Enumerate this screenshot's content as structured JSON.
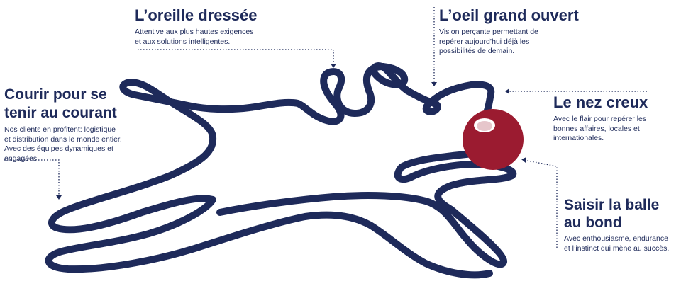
{
  "colors": {
    "line": "#1e2a5a",
    "ball": "#9b1b30",
    "ball_highlight": "#ffffff",
    "background": "#ffffff"
  },
  "oreille": {
    "title": "L’oreille dressée",
    "desc": [
      "Attentive aux plus hautes exigences",
      "et aux solutions intelligentes."
    ]
  },
  "oeil": {
    "title": "L’oeil grand ouvert",
    "desc": [
      "Vision perçante permettant de",
      "repérer aujourd’hui déjà les",
      "possibilités de demain."
    ]
  },
  "courir": {
    "title": [
      "Courir pour se",
      "tenir au courant"
    ],
    "desc": [
      "Nos clients en profitent: logistique",
      "et distribution dans le monde entier.",
      "Avec des équipes dynamiques et",
      "engagées."
    ]
  },
  "nez": {
    "title": "Le nez creux",
    "desc": [
      "Avec le flair pour repérer les",
      "bonnes affaires, locales et",
      "internationales."
    ]
  },
  "saisir": {
    "title": [
      "Saisir la balle",
      "au bond"
    ],
    "desc": [
      "Avec enthousiasme, endurance",
      "et l’instinct qui mène au succès."
    ]
  }
}
